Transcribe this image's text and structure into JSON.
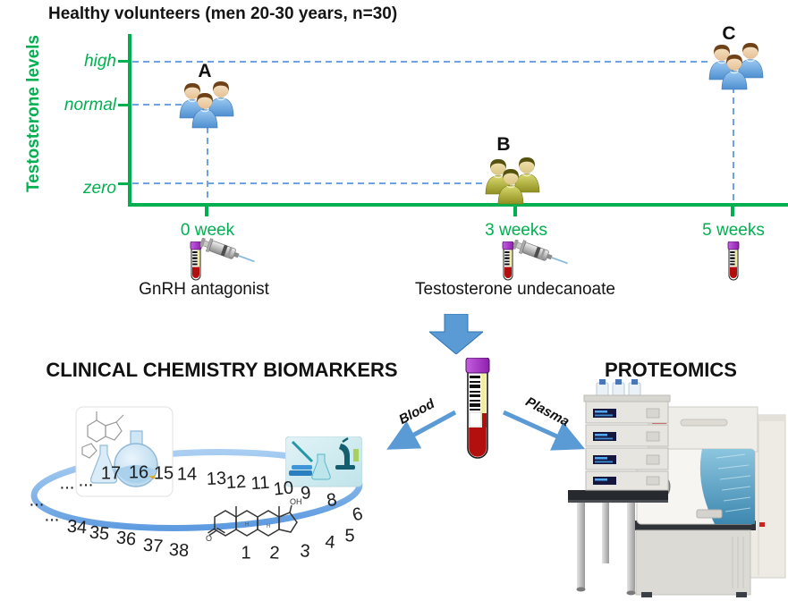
{
  "title": "Healthy volunteers (men 20-30 years, n=30)",
  "chart": {
    "y_label": "Testosterone levels",
    "ticks": {
      "high": "high",
      "normal": "normal",
      "zero": "zero"
    },
    "weeks": {
      "w0": "0 week",
      "w3": "3 weeks",
      "w5": "5 weeks"
    }
  },
  "groups": {
    "a": "A",
    "b": "B",
    "c": "C"
  },
  "treatments": {
    "t0": "GnRH antagonist",
    "t3": "Testosterone undecanoate"
  },
  "branches": {
    "blood": "Blood",
    "plasma": "Plasma"
  },
  "clinical": {
    "heading": "CLINICAL CHEMISTRY BIOMARKERS",
    "numbers": [
      "...",
      "...",
      "17",
      "16",
      "15",
      "14",
      "13",
      "12",
      "11",
      "10",
      "9",
      "8",
      "6",
      "5",
      "4",
      "3",
      "2",
      "1",
      "38",
      "37",
      "36",
      "35",
      "34",
      "...",
      "..."
    ]
  },
  "proteomics": {
    "heading": "PROTEOMICS"
  },
  "molecule": {
    "oh": "OH",
    "o": "O",
    "h": "H"
  },
  "colors": {
    "axis_green": "#00B050",
    "dash_blue": "#6FA3E0",
    "arrow_blue": "#5B9BD5",
    "ellipse_blue": "#7FB2E8",
    "tube_cap_purple": "#A42CC8",
    "blood_red": "#B30F0F",
    "group_b_olive": "#A8A832"
  }
}
